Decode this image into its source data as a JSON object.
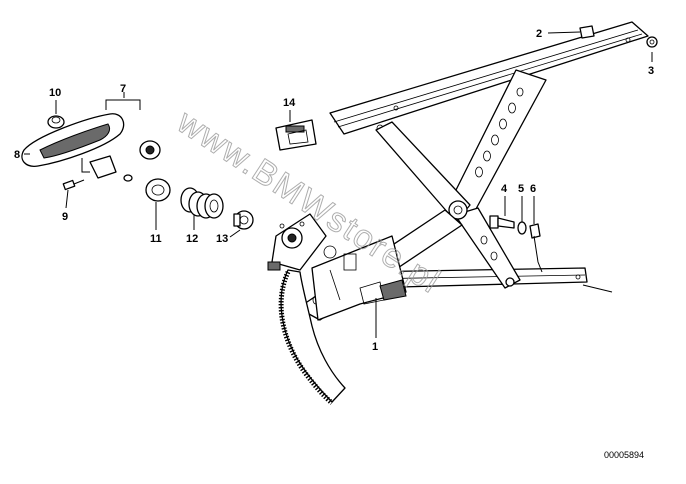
{
  "callouts": [
    {
      "id": "p1",
      "text": "1"
    },
    {
      "id": "p2",
      "text": "2"
    },
    {
      "id": "p3",
      "text": "3"
    },
    {
      "id": "p4",
      "text": "4"
    },
    {
      "id": "p5",
      "text": "5"
    },
    {
      "id": "p6",
      "text": "6"
    },
    {
      "id": "p7",
      "text": "7"
    },
    {
      "id": "p8",
      "text": "8"
    },
    {
      "id": "p9",
      "text": "9"
    },
    {
      "id": "p10",
      "text": "10"
    },
    {
      "id": "p11",
      "text": "11"
    },
    {
      "id": "p12",
      "text": "12"
    },
    {
      "id": "p13",
      "text": "13"
    },
    {
      "id": "p14",
      "text": "14"
    }
  ],
  "catalog_number": "00005894",
  "watermark": "www.BMWstore.pl"
}
